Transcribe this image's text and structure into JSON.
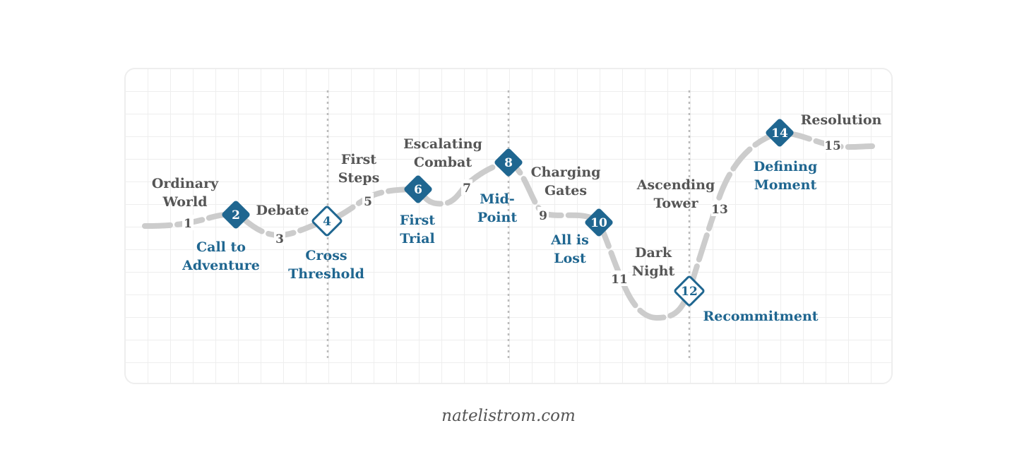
{
  "diagram": {
    "colors": {
      "accent": "#1f6690",
      "text_gray": "#555555",
      "path": "#cccccc",
      "grid": "#eeeeee",
      "act_divider": "#bbbbbb"
    },
    "beats": [
      {
        "n": "1",
        "label": "Ordinary World",
        "kind": "minor"
      },
      {
        "n": "2",
        "label": "Call to Adventure",
        "kind": "major-filled"
      },
      {
        "n": "3",
        "label": "Debate",
        "kind": "minor"
      },
      {
        "n": "4",
        "label": "Cross Threshold",
        "kind": "major-outline"
      },
      {
        "n": "5",
        "label": "First Steps",
        "kind": "minor"
      },
      {
        "n": "6",
        "label": "First Trial",
        "kind": "major-filled"
      },
      {
        "n": "7",
        "label": "Escalating Combat",
        "kind": "minor"
      },
      {
        "n": "8",
        "label": "Mid-Point",
        "kind": "major-filled"
      },
      {
        "n": "9",
        "label": "Charging Gates",
        "kind": "minor"
      },
      {
        "n": "10",
        "label": "All is Lost",
        "kind": "major-filled"
      },
      {
        "n": "11",
        "label": "Dark Night",
        "kind": "minor"
      },
      {
        "n": "12",
        "label": "Recommitment",
        "kind": "major-outline"
      },
      {
        "n": "13",
        "label": "Ascending Tower",
        "kind": "minor"
      },
      {
        "n": "14",
        "label": "Defining Moment",
        "kind": "major-filled"
      },
      {
        "n": "15",
        "label": "Resolution",
        "kind": "minor"
      }
    ]
  },
  "footer": {
    "credit": "natelistrom.com"
  }
}
